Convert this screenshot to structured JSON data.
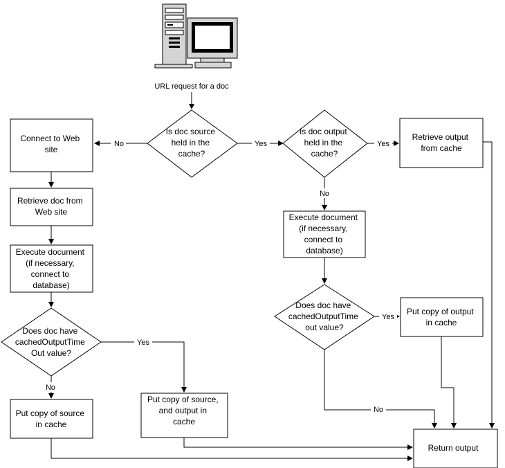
{
  "request_label": "URL request for a doc",
  "nodes": {
    "decision_source": [
      "Is doc source",
      "held in the",
      "cache?"
    ],
    "decision_output": [
      "Is doc output",
      "held in the",
      "cache?"
    ],
    "connect_web": [
      "Connect to Web",
      "site"
    ],
    "retrieve_output_cache": [
      "Retrieve output",
      "from cache"
    ],
    "retrieve_doc": [
      "Retrieve doc from",
      "Web site"
    ],
    "execute_left": [
      "Execute document",
      "(if necessary,",
      "connect to",
      "database)"
    ],
    "execute_right": [
      "Execute document",
      "(if necessary,",
      "connect to",
      "database)"
    ],
    "decision_timeout_left": [
      "Does doc have",
      "cachedOutputTime",
      "Out value?"
    ],
    "decision_timeout_right": [
      "Does doc have",
      "cachedOutputTime",
      "out value?"
    ],
    "put_output_right": [
      "Put copy of output",
      "in cache"
    ],
    "put_source": [
      "Put copy of source",
      "in cache"
    ],
    "put_source_output": [
      "Put copy of source,",
      "and output in",
      "cache"
    ],
    "return_output": [
      "Return output"
    ]
  },
  "edge_labels": {
    "src_no": "No",
    "src_yes": "Yes",
    "out_yes": "Yes",
    "out_no": "No",
    "left_yes": "Yes",
    "left_no": "No",
    "right_yes": "Yes",
    "right_no": "No"
  },
  "icons": [
    "computer-tower-icon",
    "monitor-icon"
  ]
}
